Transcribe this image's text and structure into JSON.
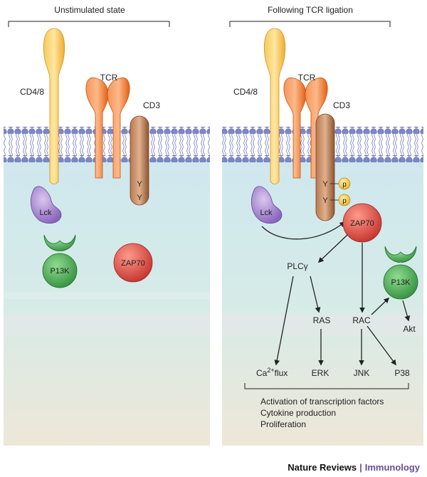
{
  "left_panel": {
    "title": "Unstimulated state",
    "labels": {
      "cd48": "CD4/8",
      "tcr": "TCR",
      "cd3": "CD3",
      "y1": "Y",
      "y2": "Y",
      "lck": "Lck",
      "pi3k": "P13K",
      "zap70": "ZAP70"
    }
  },
  "right_panel": {
    "title": "Following TCR ligation",
    "labels": {
      "cd48": "CD4/8",
      "tcr": "TCR",
      "cd3": "CD3",
      "y1": "Y",
      "y2": "Y",
      "p1": "p",
      "p2": "p",
      "lck": "Lck",
      "zap70": "ZAP70",
      "plcg": "PLCγ",
      "ras": "RAS",
      "rac": "RAC",
      "pi3k": "P13K",
      "akt": "Akt",
      "ca_base": "Ca",
      "ca_sup": "2+",
      "ca_rest": "flux",
      "erk": "ERK",
      "jnk": "JNK",
      "p38": "P38"
    },
    "outcomes": [
      "Activation of transcription factors",
      "Cytokine production",
      "Proliferation"
    ]
  },
  "footer": {
    "brand": "Nature Reviews",
    "separator": "|",
    "journal": "Immunology"
  },
  "colors": {
    "lck": "#9a78c8",
    "pi3k": "#3f9a4a",
    "zap70": "#d8403a",
    "cd48": "#f2b636",
    "tcr": "#ef7122",
    "cd3": "#a8673e",
    "phospho": "#f0c040"
  }
}
